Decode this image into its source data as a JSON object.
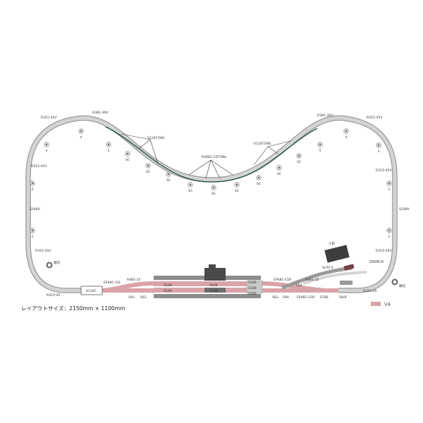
{
  "layout_size_label": "レイアウトサイズ：2150mm × 1100mm",
  "legend": {
    "label": "V4",
    "color": "#d9a3a7"
  },
  "colors": {
    "track": "#cfcfcf",
    "track_edge": "#9a9a9a",
    "station": "#d9a3a7",
    "platform": "#8c8c8c",
    "wire": "#1f4f3a",
    "building": "#4a4a4a"
  },
  "track_labels": {
    "r315_45_top_left": "R315-45V",
    "r381_30_left": "R381-30V",
    "r381_30_right": "R381-30V",
    "r315_45_top_right": "R315-45V",
    "r315_45_mid_left": "R315-45V",
    "r315_45_mid_right": "R315-45V",
    "s248_left": "S248V",
    "s248_right": "S248V",
    "r315_45_low_left": "R315-45V",
    "r315_45_low_right": "R315-45V",
    "r315_45_bottom_left": "R315-45",
    "r315_45_bottom_right": "R315-45",
    "s124t_left": "S124T(SN)",
    "s124t_right": "S124T(SN)",
    "r4481_center": "R4481-15T(SN)",
    "ep481_l": "EP481-15L",
    "r481_l": "R481-15",
    "ep481_r": "EP481-15R",
    "r481_r": "R481-15",
    "s124c": "S124C",
    "s40_l": "S40",
    "s62_l": "S62",
    "s62_r": "S62",
    "s90_r": "S90",
    "ep481_bottom": "EP481-15R",
    "s78s": "S78S",
    "s40f": "S40F",
    "s508": "S508-D",
    "slp": "SLP5-S",
    "s248_st_1": "S248",
    "s248_st_2": "S248",
    "s248_st_3": "S248",
    "s248_st_4": "S248",
    "s186_1": "S186",
    "s186_2": "S186",
    "s186_3": "S186",
    "s64": "S64",
    "small_bldg": "小形",
    "crossing_l": "踏切",
    "crossing_r": "踏切"
  },
  "pier_labels": {
    "p_l1": "1",
    "p_l2": "2",
    "p_l3": "3",
    "p_l4": "4",
    "p_l5": "5",
    "p_r1": "1",
    "p_r2": "2",
    "p_r3": "3",
    "p_r4": "4",
    "p_r5": "5",
    "sc": "SC"
  }
}
